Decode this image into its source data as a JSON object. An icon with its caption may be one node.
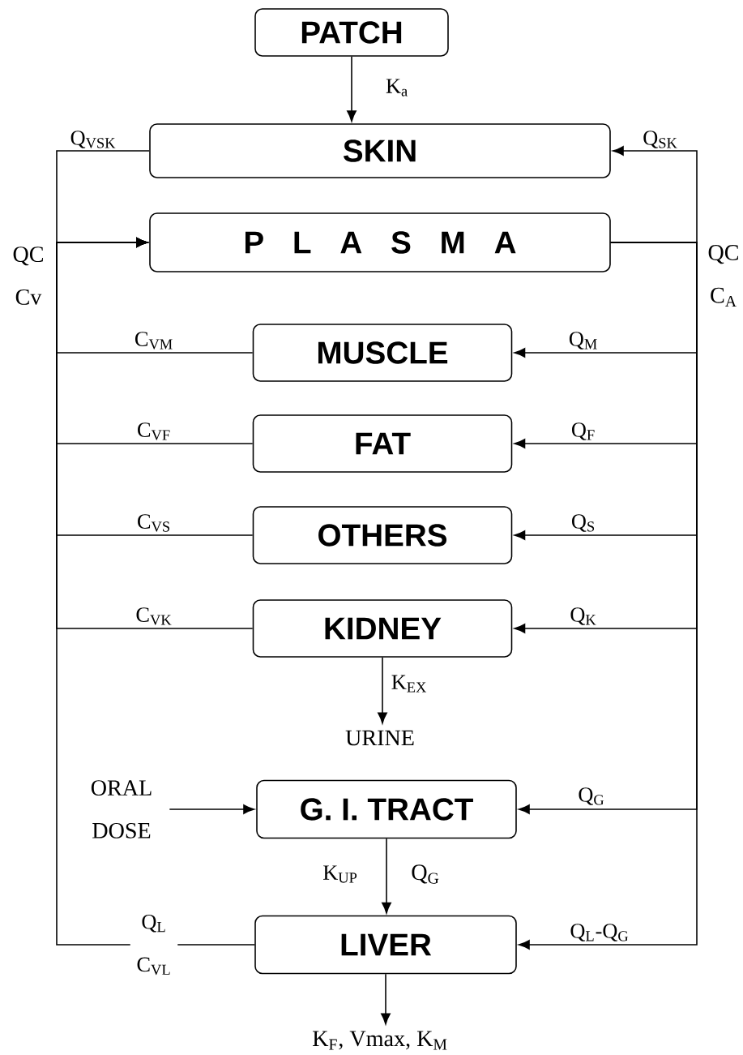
{
  "diagram": {
    "nodes": [
      {
        "text": [
          "PATCH"
        ]
      },
      {
        "text": [
          "SKIN"
        ]
      },
      {
        "text": [
          "P L A S M A"
        ]
      },
      {
        "text": [
          "MUSCLE"
        ]
      },
      {
        "text": [
          "FAT"
        ]
      },
      {
        "text": [
          "OTHERS"
        ]
      },
      {
        "text": [
          "KIDNEY"
        ]
      },
      {
        "text": [
          "URINE"
        ]
      },
      {
        "text": [
          "ORAL DOSE"
        ]
      },
      {
        "text": [
          "G. I. TRACT"
        ]
      },
      {
        "text": [
          "LIVER"
        ]
      },
      {
        "text": [
          "K$_{F}$, Vmax, K$_{M}$"
        ]
      }
    ],
    "edges": [
      {
        "from": 0,
        "to": 1,
        "arrow": "to",
        "label": "K$_{a}$"
      },
      {
        "from": 1,
        "to": 2,
        "arrow": "to",
        "label": "Q$_{VSK}$"
      },
      {
        "from": 3,
        "to": 2,
        "arrow": "to",
        "label": "C$_{VM}$"
      },
      {
        "from": 4,
        "to": 2,
        "arrow": "to",
        "label": "C$_{VF}$"
      },
      {
        "from": 5,
        "to": 2,
        "arrow": "to",
        "label": "C$_{VS}$"
      },
      {
        "from": 6,
        "to": 2,
        "arrow": "to",
        "label": "C$_{VK}$"
      },
      {
        "from": 10,
        "to": 2,
        "arrow": "to",
        "label": "Q$_{L}$ C$_{VL}$"
      },
      {
        "from": 2,
        "to": 1,
        "arrow": "to",
        "label": "Q$_{SK}$"
      },
      {
        "from": 2,
        "to": 3,
        "arrow": "to",
        "label": "Q$_{M}$"
      },
      {
        "from": 2,
        "to": 4,
        "arrow": "to",
        "label": "Q$_{F}$"
      },
      {
        "from": 2,
        "to": 5,
        "arrow": "to",
        "label": "Q$_{S}$"
      },
      {
        "from": 2,
        "to": 6,
        "arrow": "to",
        "label": "Q$_{K}$"
      },
      {
        "from": 2,
        "to": 9,
        "arrow": "to",
        "label": "Q$_{G}$"
      },
      {
        "from": 2,
        "to": 10,
        "arrow": "to",
        "label": "Q$_{L}$-Q$_{G}$"
      },
      {
        "from": 6,
        "to": 7,
        "arrow": "to",
        "label": "K$_{EX}$"
      },
      {
        "from": 8,
        "to": 9,
        "arrow": "to"
      },
      {
        "from": 9,
        "to": 10,
        "arrow": "to",
        "label": "K$_{UP}$"
      },
      {
        "from": 10,
        "to": 11,
        "arrow": "to"
      }
    ],
    "labels": [
      "QC Cv",
      "QC C$_{A}$",
      "Q$_{G}$"
    ]
  }
}
